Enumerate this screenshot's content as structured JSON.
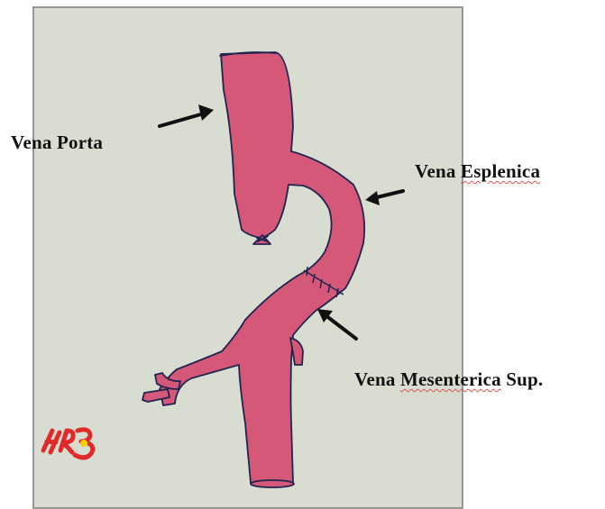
{
  "labels": {
    "vena_porta": "Vena Porta",
    "vena_esplenica": {
      "first": "Vena ",
      "second": "Esplenica"
    },
    "vena_mesenterica": {
      "first": "Vena ",
      "second": "Mesenterica",
      "third": " Sup."
    }
  },
  "logo_text": "HRB",
  "colors": {
    "paper": "#d9ddd1",
    "vein_fill": "#d65878",
    "vein_outline": "#1f2550",
    "arrow": "#111111",
    "logo": "#e02a2a",
    "logo_dot": "#f2d200",
    "spell_underline": "#d9534f"
  }
}
